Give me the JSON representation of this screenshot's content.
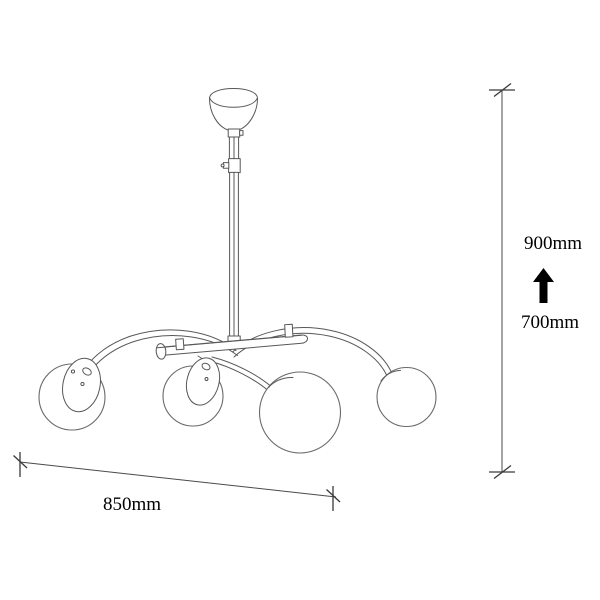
{
  "drawing": {
    "title": "4-Light Globe Pendant Chandelier Dimension Drawing",
    "background_color": "#ffffff",
    "line_color": "#58585a",
    "text_color": "#000000",
    "units": "mm"
  },
  "dimensions": {
    "width": {
      "label": "850mm",
      "value": 850,
      "unit": "mm",
      "orientation": "horizontal",
      "position": "bottom"
    },
    "height_max": {
      "label": "900mm",
      "value": 900,
      "unit": "mm",
      "orientation": "vertical",
      "position": "right"
    },
    "height_min": {
      "label": "700mm",
      "value": 700,
      "unit": "mm",
      "orientation": "vertical",
      "position": "right"
    },
    "adjust_arrow": {
      "icon": "up-arrow-icon",
      "direction": "up",
      "meaning": "adjustable height range"
    }
  },
  "fixture": {
    "canopy": {
      "name": "ceiling-canopy",
      "shape": "dome"
    },
    "rod": {
      "name": "suspension-rod",
      "shape": "vertical-tube"
    },
    "rod_joint": {
      "name": "rod-adjustment-joint",
      "shape": "collar"
    },
    "hub": {
      "name": "center-hub",
      "shape": "horizontal-bar"
    },
    "arms": [
      {
        "name": "curved-arm-left",
        "shape": "arc"
      },
      {
        "name": "curved-arm-right",
        "shape": "arc"
      }
    ],
    "globes": [
      {
        "name": "globe-shade-1",
        "position": "far-left",
        "has_mount_disc": true
      },
      {
        "name": "globe-shade-2",
        "position": "center-left",
        "has_mount_disc": true
      },
      {
        "name": "globe-shade-3",
        "position": "center-front",
        "has_mount_disc": false
      },
      {
        "name": "globe-shade-4",
        "position": "far-right",
        "has_mount_disc": false
      }
    ]
  }
}
